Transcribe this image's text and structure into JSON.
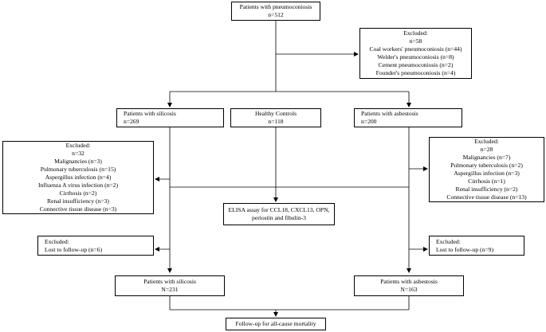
{
  "diagram": {
    "top": {
      "line1": "Patients with pneumoconiosis",
      "line2": "n=512"
    },
    "excluded_top": {
      "title": "Excluded:",
      "items": [
        "n=58",
        "Coal workers' pneumoconiosis (n=44)",
        "Welder's pneumoconiosis (n=8)",
        "Cement pneumoconiosis (n=2)",
        "Founder's pneumoconiosis (n=4)"
      ]
    },
    "silicosis": {
      "line1": "Patients with silicosis",
      "line2": "n=269"
    },
    "controls": {
      "line1": "Healthy Controls",
      "line2": "n=118"
    },
    "asbestosis": {
      "line1": "Patients with asbestosis",
      "line2": "n=200"
    },
    "excluded_silicosis": {
      "title": "Excluded:",
      "items": [
        "n=32",
        "Malignancies  (n=3)",
        "Pulmonary tuberculosis (n=15)",
        "Aspergillus infection  (n=4)",
        "Influenza A virus infection (n=2)",
        "Cirrhosis (n=2)",
        "Renal insufficiency (n=3)",
        "Connective tissue disease (n=3)"
      ]
    },
    "excluded_asbestosis": {
      "title": "Excluded:",
      "items": [
        "n=28",
        "Malignancies (n=7)",
        "Pulmonary tuberculosis (n=2)",
        "Aspergillus infection (n=3)",
        "Cirrhosis (n=1)",
        "Renal insufficiency (n=2)",
        "Connective tissue disease (n=13)"
      ]
    },
    "elisa": {
      "line1": "ELISA assay for CCL18, CXCL13, OPN,",
      "line2": "periostin and fibulin-3"
    },
    "lost_silicosis": {
      "title": "Excluded:",
      "line": "Lost to follow-up (n=6)"
    },
    "lost_asbestosis": {
      "title": "Excluded:",
      "line": "Lost to follow-up (n=9)"
    },
    "final_silicosis": {
      "line1": "Patients with silicosis",
      "line2": "N=231"
    },
    "final_asbestosis": {
      "line1": "Patients with asbestosis",
      "line2": "N=163"
    },
    "followup": {
      "line1": "Follow-up for all-cause mortality"
    }
  }
}
